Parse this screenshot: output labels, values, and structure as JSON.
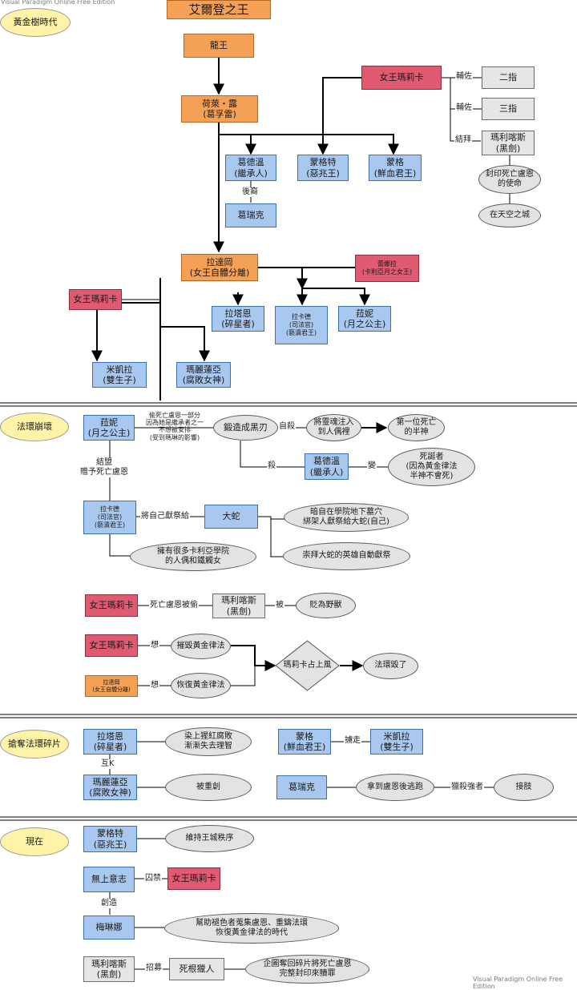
{
  "watermark": "Visual Paradigm Online Free Edition",
  "title": "艾爾登之王",
  "sections": {
    "golden": "黃金樹時代",
    "shatter": "法環崩壞",
    "war": "搶奪法環碎片",
    "now": "現在"
  },
  "nodes": {
    "dragon_king": "龍王",
    "godfrey": "荷萊・露\n(葛孚雷)",
    "queen_marika_a": "女王瑪莉卡",
    "finger2": "二指",
    "finger3": "三指",
    "maliketh_a": "瑪利喀斯\n(黑劍)",
    "seal_ell": "封印死亡盧恩\n的使命",
    "sky_ell": "在天空之城",
    "godwyn_a": "葛德溫\n(繼承人)",
    "morgott_a": "蒙格特\n(惡兆王)",
    "mohg_a": "蒙格\n(鮮血君王)",
    "godrick_a": "葛瑞克",
    "radagon": "拉達岡\n(女王自體分離)",
    "rennala": "蕾娜拉\n(卡利亞月之女王)",
    "queen_marika_b": "女王瑪莉卡",
    "radahn_a": "拉塔恩\n(碎星者)",
    "rykard_a": "拉卡德\n(司法官)\n(褻瀆君王)",
    "ranni_a": "菈妮\n(月之公主)",
    "miquella_a": "米凱拉\n(雙生子)",
    "malenia_a": "瑪麗蓮亞\n(腐敗女神)",
    "ranni_b": "菈妮\n(月之公主)",
    "blade_ell": "鍛造成黑刃",
    "soul_ell": "將靈魂注入\n到人偶裡",
    "demigod_ell": "第一位死亡\n的半神",
    "godwyn_b": "葛德溫\n(繼承人)",
    "deathless_ell": "死誕者\n(因為黃金律法\n半神不會死)",
    "rykard_b": "拉卡德\n(司法官)\n(褻瀆君王)",
    "serpent": "大蛇",
    "grave_ell": "暗自在學院地下墓穴\n綁架人獻祭給大蛇(自己)",
    "worship_ell": "崇拜大蛇的英雄自動獻祭",
    "puppet_ell": "擁有很多卡利亞學院\n的人偶和鐵觸女",
    "queen_marika_c": "女王瑪莉卡",
    "maliketh_b": "瑪利喀斯\n(黑劍)",
    "beast_ell": "貶為野獸",
    "queen_marika_d": "女王瑪莉卡",
    "destroy_ell": "摧毀黃金律法",
    "radagon_b": "拉達岡\n(女王自體分離)",
    "restore_ell": "恢復黃金律法",
    "diamond": "瑪莉卡占上風",
    "broken_ell": "法環毀了",
    "radahn_b": "拉塔恩\n(碎星者)",
    "rot_ell": "染上猩紅腐敗\n漸漸失去理智",
    "mohg_b": "蒙格\n(鮮血君王)",
    "miquella_b": "米凱拉\n(雙生子)",
    "malenia_b": "瑪麗蓮亞\n(腐敗女神)",
    "wounded_ell": "被重創",
    "godrick_b": "葛瑞克",
    "flee_ell": "拿到盧恩後逃跑",
    "graft_ell": "接肢",
    "morgott_b": "蒙格特\n(惡兆王)",
    "order_ell": "維持王城秩序",
    "greater_will": "無上意志",
    "queen_marika_e": "女王瑪莉卡",
    "melina": "梅琳娜",
    "help_ell": "幫助褪色者蒐集盧恩、重鑄法環\n恢復黃金律法的時代",
    "maliketh_c": "瑪利喀斯\n(黑劍)",
    "hunter": "死根獵人",
    "reseal_ell": "企圖奪回碎片將死亡盧恩\n完整封印來贖罪"
  },
  "labels": {
    "assist1": "輔佐",
    "assist2": "輔佐",
    "sworn": "結拜",
    "descendant": "後裔",
    "death_note": "偷死亡盧恩一部分\n因為她是繼承者之一\n不想被安排\n(受到瑪琳的影響)",
    "suicide": "自殺",
    "kill": "殺",
    "become": "變",
    "alliance": "結盟\n贈予死亡盧恩",
    "sacrifice": "將自己獻祭給",
    "stolen": "死亡盧恩被偷",
    "by": "被",
    "want1": "想",
    "want2": "想",
    "abduct": "擄走",
    "ko": "互K",
    "slay": "獵殺強者",
    "imprison": "囚禁",
    "create": "創造",
    "recruit": "招募"
  },
  "colors": {
    "orange": "#f4a157",
    "blue": "#a9c8ef",
    "red": "#e05a72",
    "gray": "#e6e6e6",
    "yellow": "#fff3a8"
  }
}
